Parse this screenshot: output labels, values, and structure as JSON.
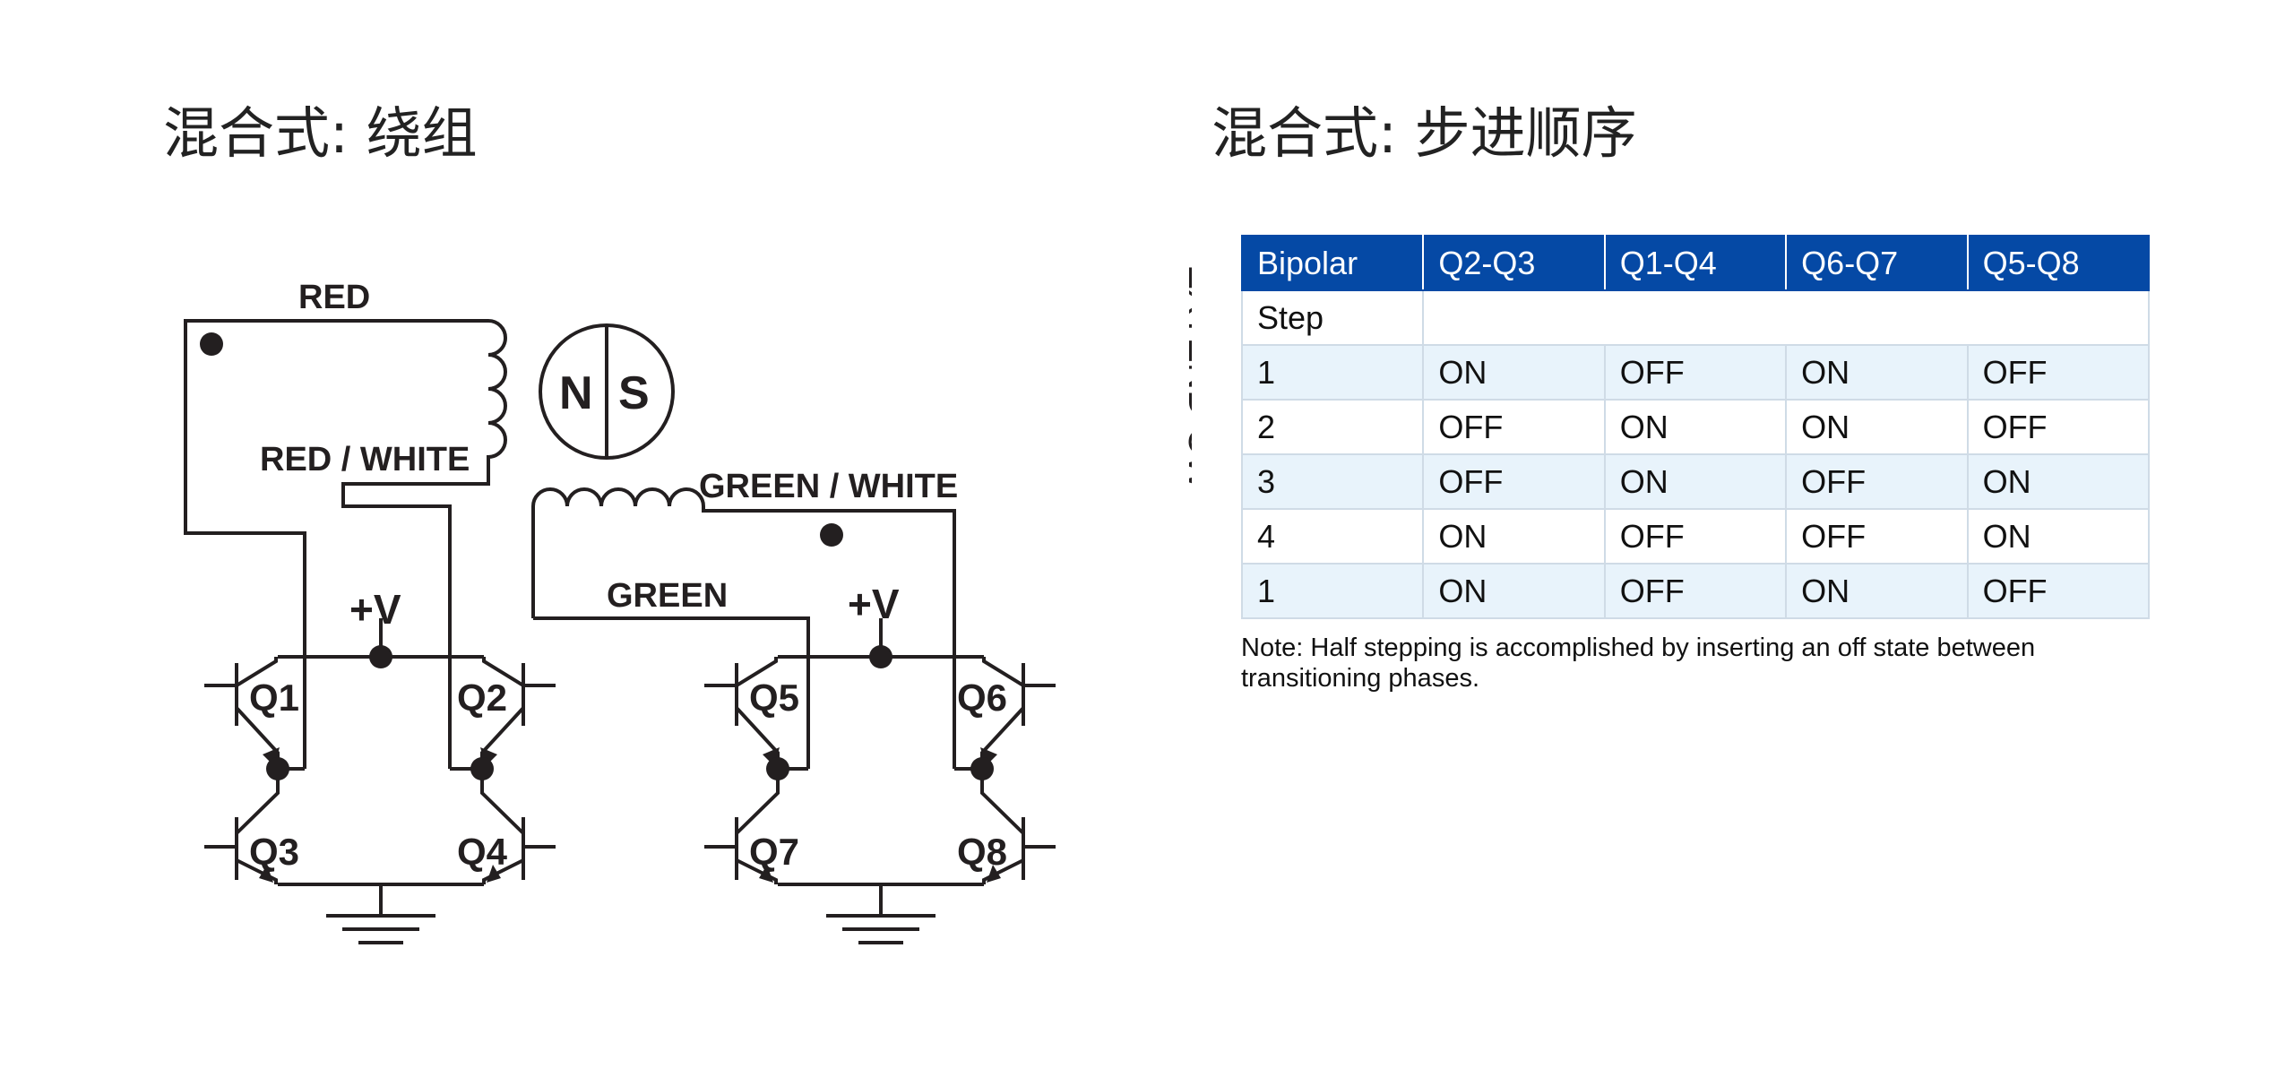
{
  "titles": {
    "left": "混合式: 绕组",
    "right": "混合式: 步进顺序"
  },
  "diagram": {
    "wire_labels": {
      "red": "RED",
      "red_white": "RED / WHITE",
      "green_white": "GREEN / WHITE",
      "green": "GREEN"
    },
    "supply_label": "+V",
    "magnet": {
      "north": "N",
      "south": "S"
    },
    "transistors": [
      "Q1",
      "Q2",
      "Q3",
      "Q4",
      "Q5",
      "Q6",
      "Q7",
      "Q8"
    ],
    "direction_label": "EXTEND CW"
  },
  "table": {
    "headers": [
      "Bipolar",
      "Q2-Q3",
      "Q1-Q4",
      "Q6-Q7",
      "Q5-Q8"
    ],
    "step_label": "Step",
    "rows": [
      [
        "1",
        "ON",
        "OFF",
        "ON",
        "OFF"
      ],
      [
        "2",
        "OFF",
        "ON",
        "ON",
        "OFF"
      ],
      [
        "3",
        "OFF",
        "ON",
        "OFF",
        "ON"
      ],
      [
        "4",
        "ON",
        "OFF",
        "OFF",
        "ON"
      ],
      [
        "1",
        "ON",
        "OFF",
        "ON",
        "OFF"
      ]
    ]
  },
  "note": "Note: Half stepping is accomplished by inserting an off state between transitioning phases.",
  "colors": {
    "header_bg": "#0549a5",
    "row_alt_bg": "#e8f3fb",
    "line": "#231f20"
  }
}
